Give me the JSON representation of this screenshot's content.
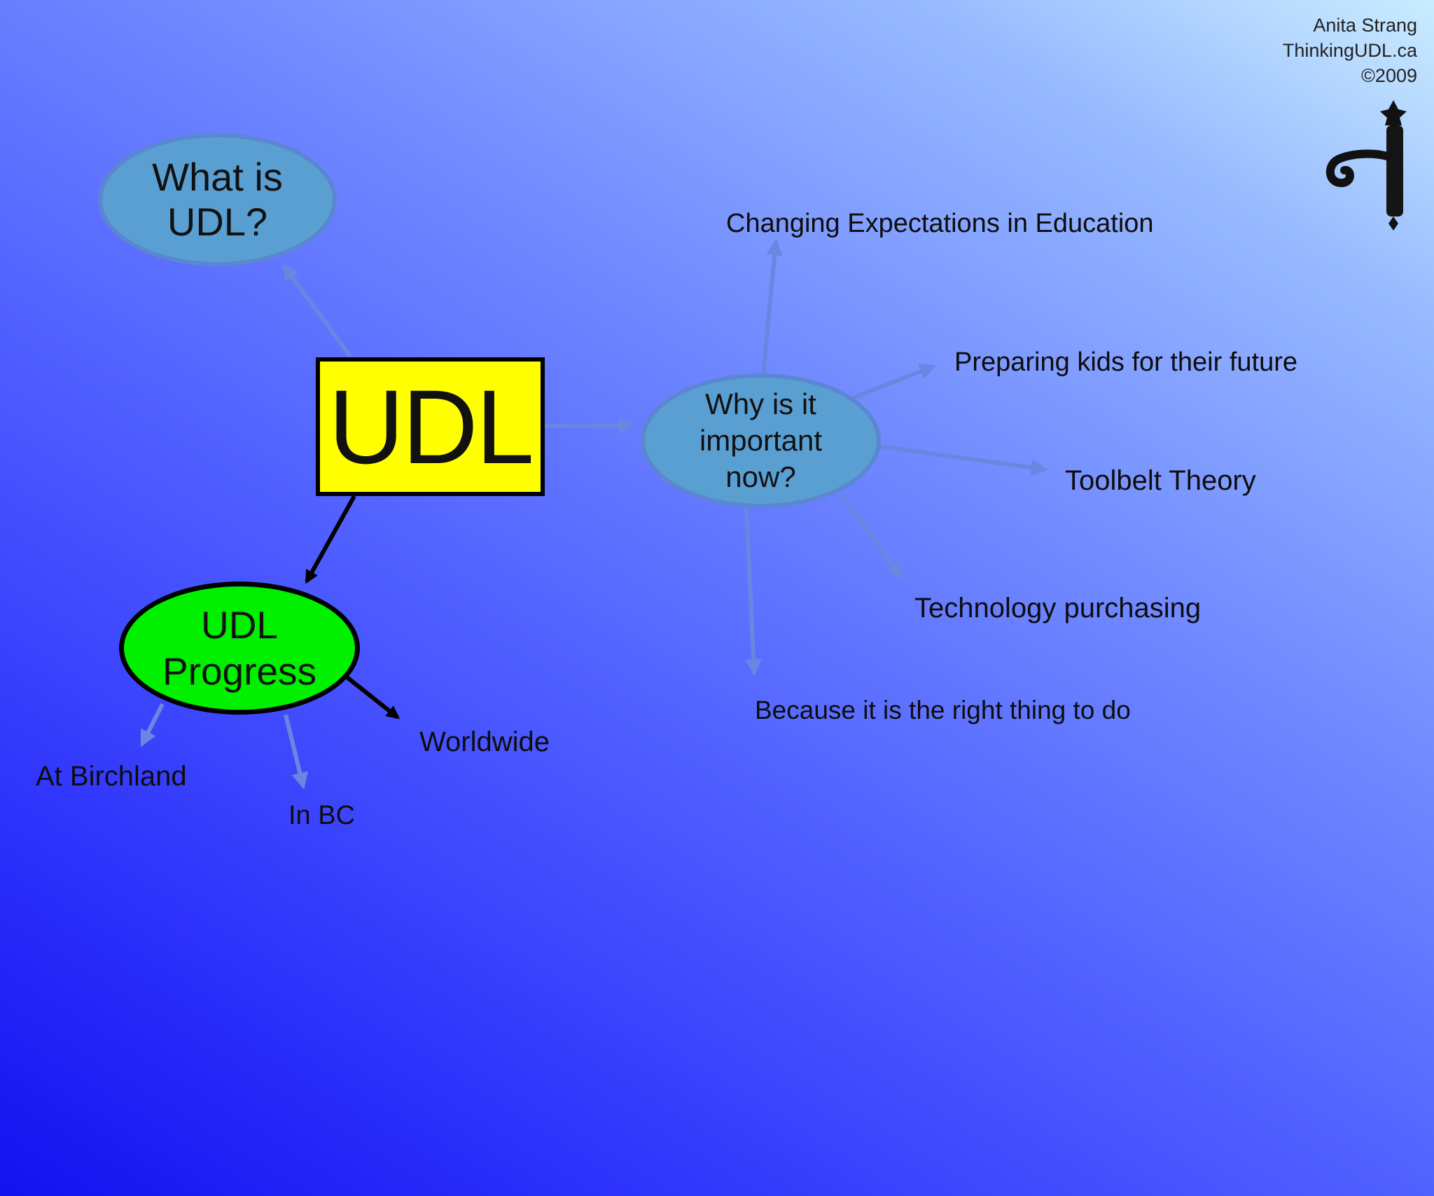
{
  "credit": {
    "author": "Anita Strang",
    "site": "ThinkingUDL.ca",
    "year": "©2009",
    "logo_icon": "door-handle-icon"
  },
  "center": {
    "label": "UDL"
  },
  "nodes": {
    "what_is": {
      "line1": "What is",
      "line2": "UDL?"
    },
    "why_now": {
      "line1": "Why is it",
      "line2": "important",
      "line3": "now?"
    },
    "progress": {
      "line1": "UDL",
      "line2": "Progress"
    }
  },
  "reasons": [
    "Changing Expectations in Education",
    "Preparing kids for their future",
    "Toolbelt Theory",
    "Technology purchasing",
    "Because it is the right thing to do"
  ],
  "progress_items": [
    "At Birchland",
    "In BC",
    "Worldwide"
  ],
  "colors": {
    "center_fill": "#ffff00",
    "progress_fill": "#00f000",
    "question_fill": "#5a9fd2",
    "connector_light": "#6a86e0",
    "connector_dark": "#000000"
  }
}
